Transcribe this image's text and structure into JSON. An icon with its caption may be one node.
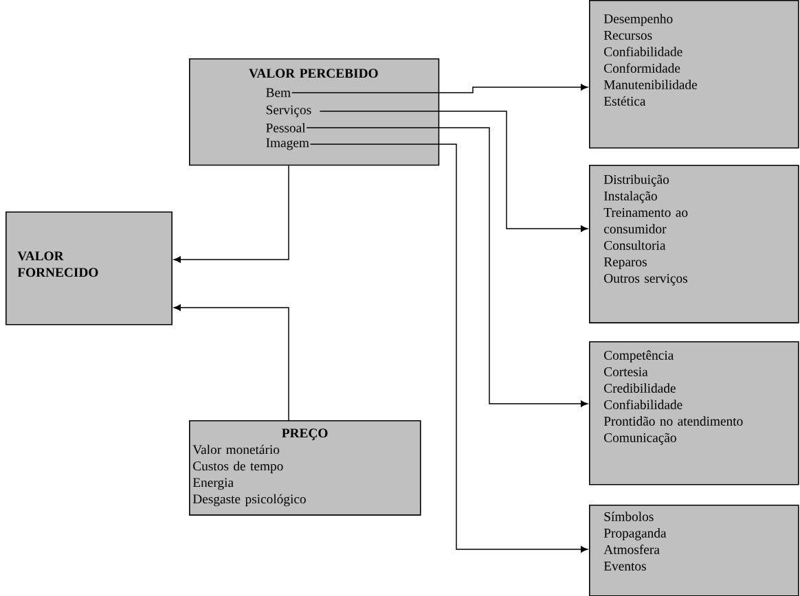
{
  "diagram": {
    "nodes": [
      {
        "text": [
          "VALOR PERCEBIDO"
        ]
      },
      {
        "text": [
          "Bem"
        ],
        "in": 0
      },
      {
        "text": [
          "Serviços"
        ],
        "in": 0
      },
      {
        "text": [
          "Pessoal"
        ],
        "in": 0
      },
      {
        "text": [
          "Imagem"
        ],
        "in": 0
      },
      {
        "text": [
          "VALOR FORNECIDO"
        ]
      },
      {
        "text": [
          "PREÇO",
          "Valor monetário",
          "Custos de tempo",
          "Energia",
          "Desgaste psicológico"
        ]
      },
      {
        "text": [
          "Desempenho",
          "Recursos",
          "Confiabilidade",
          "Conformidade",
          "Manutenibilidade",
          "Estética"
        ]
      },
      {
        "text": [
          "Distribuição",
          "Instalação",
          "Treinamento ao consumidor",
          "Consultoria",
          "Reparos",
          "Outros serviços"
        ]
      },
      {
        "text": [
          "Competência",
          "Cortesia",
          "Credibilidade",
          "Confiabilidade",
          "Prontidão no atendimento",
          "Comunicação"
        ]
      },
      {
        "text": [
          "Símbolos",
          "Propaganda",
          "Atmosfera",
          "Eventos"
        ]
      }
    ],
    "edges": [
      {
        "from": 0,
        "to": 5,
        "arrow": "to"
      },
      {
        "from": 6,
        "to": 5,
        "arrow": "to"
      },
      {
        "from": 1,
        "to": 7,
        "arrow": "to"
      },
      {
        "from": 2,
        "to": 8,
        "arrow": "to"
      },
      {
        "from": 3,
        "to": 9,
        "arrow": "to"
      },
      {
        "from": 4,
        "to": 10,
        "arrow": "to"
      }
    ]
  }
}
